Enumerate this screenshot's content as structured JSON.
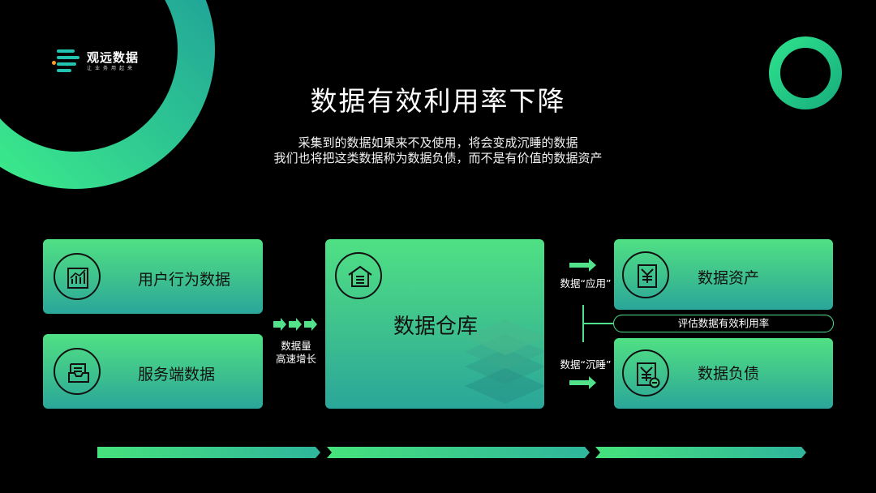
{
  "logo": {
    "name": "观远数据",
    "slogan": "让业务用起来"
  },
  "title": "数据有效利用率下降",
  "subtitle": [
    "采集到的数据如果来不及使用，将会变成沉睡的数据",
    "我们也将把这类数据称为数据负债，而不是有价值的数据资产"
  ],
  "sources": [
    {
      "label": "用户行为数据",
      "icon": "bar-chart-icon"
    },
    {
      "label": "服务端数据",
      "icon": "server-tray-icon"
    }
  ],
  "ingest_label": [
    "数据量",
    "高速增长"
  ],
  "warehouse": {
    "label": "数据仓库",
    "icon": "warehouse-icon"
  },
  "outputs": [
    {
      "label": "数据资产",
      "icon": "yuan-document-icon",
      "arrow_label": "数据“应用”"
    },
    {
      "label": "数据负债",
      "icon": "yuan-document-minus-icon",
      "arrow_label": "数据“沉睡”"
    }
  ],
  "evaluate_label": "评估数据有效利用率",
  "colors": {
    "background": "#000000",
    "accent_green": "#4ee08a",
    "accent_teal": "#25a99e",
    "card_text": "#111111"
  }
}
